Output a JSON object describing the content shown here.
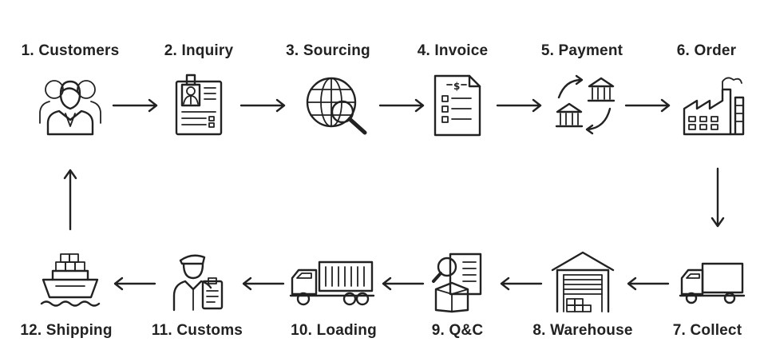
{
  "steps": [
    {
      "label": "1. Customers",
      "icon": "customers-icon"
    },
    {
      "label": "2. Inquiry",
      "icon": "inquiry-document-icon"
    },
    {
      "label": "3. Sourcing",
      "icon": "globe-search-icon"
    },
    {
      "label": "4. Invoice",
      "icon": "invoice-icon"
    },
    {
      "label": "5. Payment",
      "icon": "bank-transfer-icon"
    },
    {
      "label": "6. Order",
      "icon": "factory-icon"
    },
    {
      "label": "7. Collect",
      "icon": "delivery-truck-icon"
    },
    {
      "label": "8. Warehouse",
      "icon": "warehouse-icon"
    },
    {
      "label": "9. Q&C",
      "icon": "inspection-box-icon"
    },
    {
      "label": "10. Loading",
      "icon": "container-truck-icon"
    },
    {
      "label": "11. Customs",
      "icon": "customs-officer-icon"
    },
    {
      "label": "12. Shipping",
      "icon": "cargo-ship-icon"
    }
  ],
  "colors": {
    "ink": "#222222",
    "background": "#ffffff"
  }
}
